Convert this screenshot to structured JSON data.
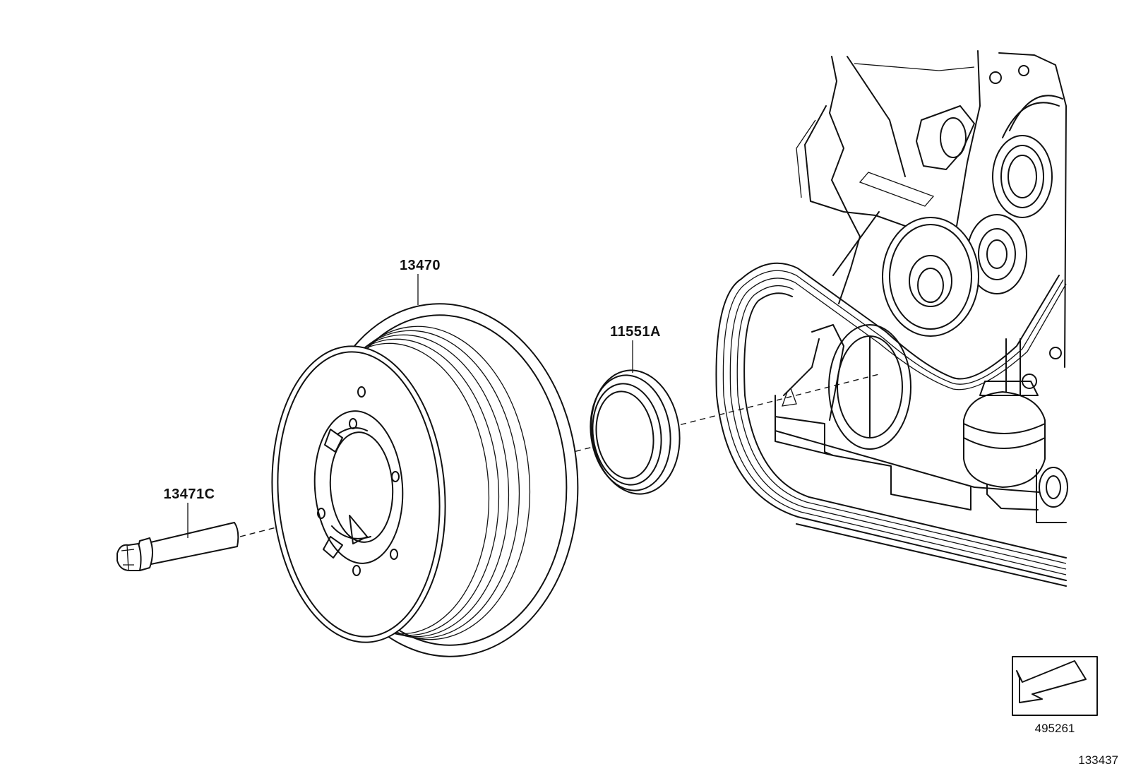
{
  "parts": {
    "pulley": {
      "number": "13470"
    },
    "bolt": {
      "number": "13471C"
    },
    "seal": {
      "number": "11551A"
    }
  },
  "view_reference": {
    "number": "495261"
  },
  "illustration_id": "133437",
  "colors": {
    "line": "#111111",
    "background": "#ffffff"
  }
}
